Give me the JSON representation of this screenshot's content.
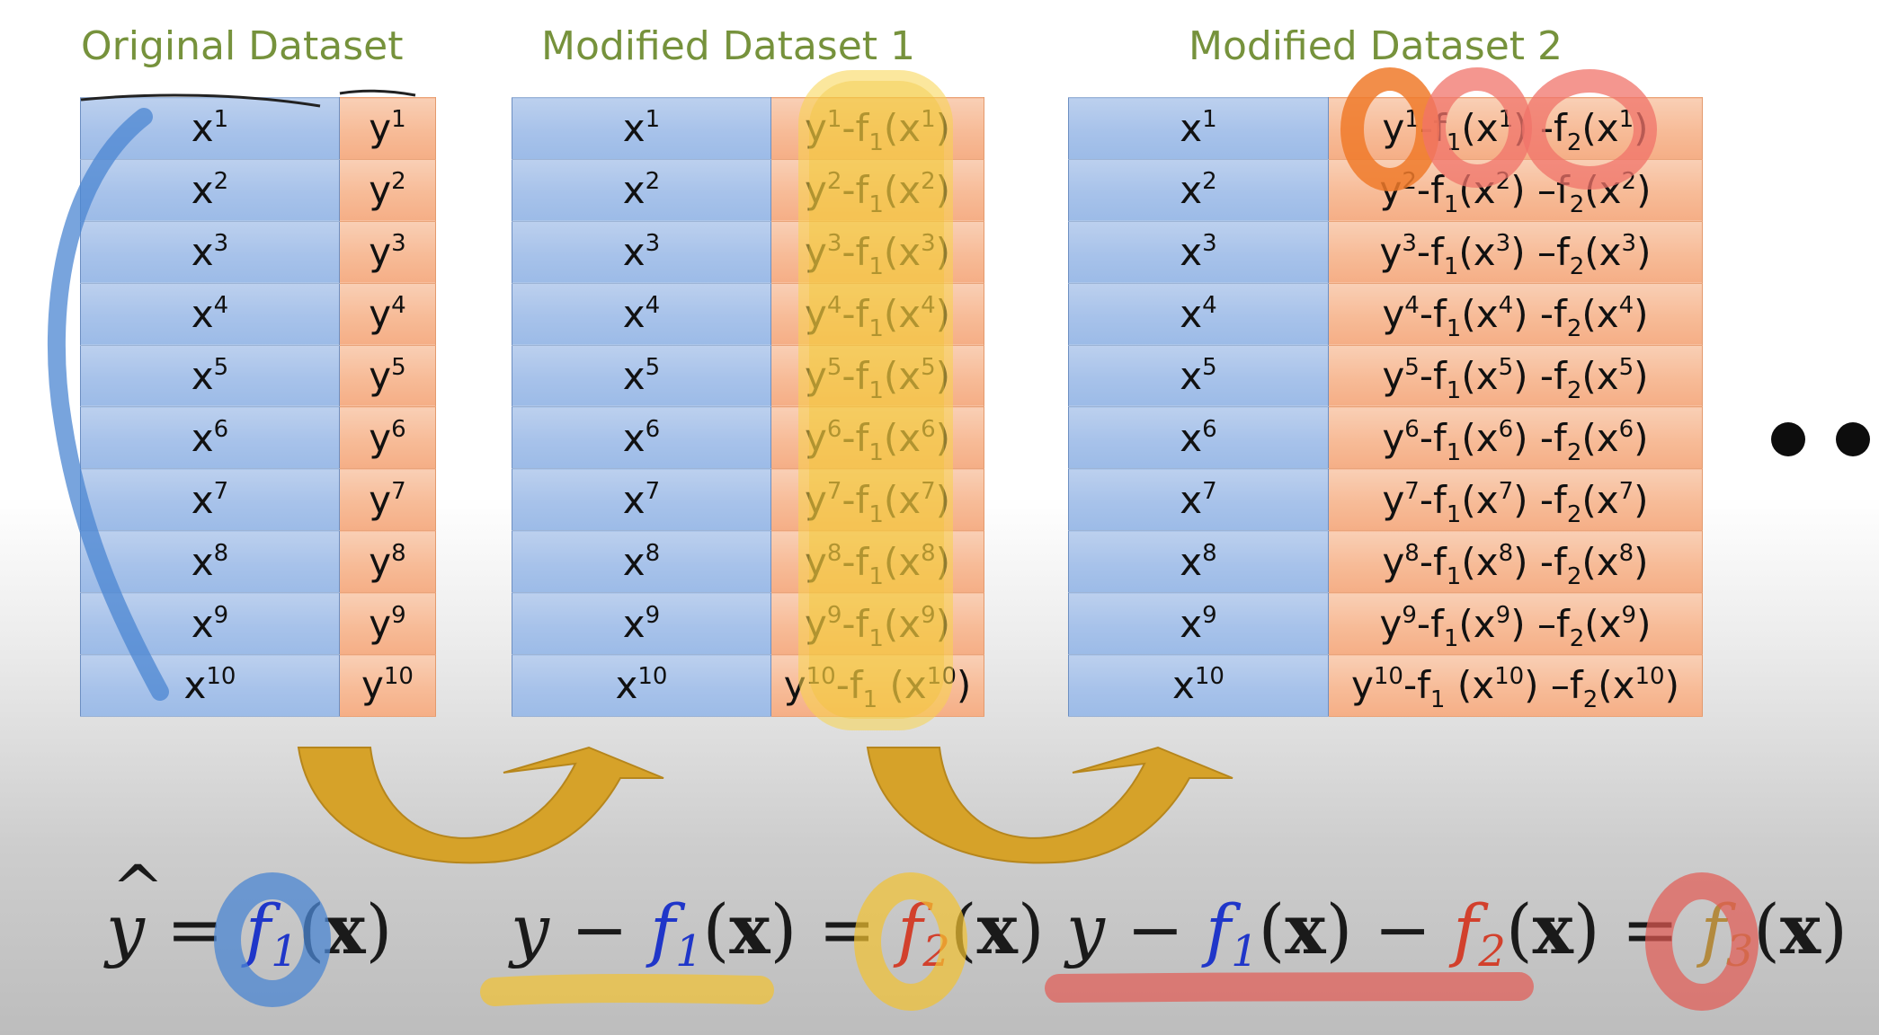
{
  "titles": {
    "original": "Original Dataset",
    "mod1": "Modified Dataset 1",
    "mod2": "Modified Dataset 2"
  },
  "original_rows": [
    {
      "x": "x<sup>1</sup>",
      "y": "y<sup>1</sup>"
    },
    {
      "x": "x<sup>2</sup>",
      "y": "y<sup>2</sup>"
    },
    {
      "x": "x<sup>3</sup>",
      "y": "y<sup>3</sup>"
    },
    {
      "x": "x<sup>4</sup>",
      "y": "y<sup>4</sup>"
    },
    {
      "x": "x<sup>5</sup>",
      "y": "y<sup>5</sup>"
    },
    {
      "x": "x<sup>6</sup>",
      "y": "y<sup>6</sup>"
    },
    {
      "x": "x<sup>7</sup>",
      "y": "y<sup>7</sup>"
    },
    {
      "x": "x<sup>8</sup>",
      "y": "y<sup>8</sup>"
    },
    {
      "x": "x<sup>9</sup>",
      "y": "y<sup>9</sup>"
    },
    {
      "x": "x<sup>10</sup>",
      "y": "y<sup>10</sup>"
    }
  ],
  "mod1_rows": [
    {
      "x": "x<sup>1</sup>",
      "y": "y<sup>1</sup>-f<sub>1</sub>(x<sup>1</sup>)"
    },
    {
      "x": "x<sup>2</sup>",
      "y": "y<sup>2</sup>-f<sub>1</sub>(x<sup>2</sup>)"
    },
    {
      "x": "x<sup>3</sup>",
      "y": "y<sup>3</sup>-f<sub>1</sub>(x<sup>3</sup>)"
    },
    {
      "x": "x<sup>4</sup>",
      "y": "y<sup>4</sup>-f<sub>1</sub>(x<sup>4</sup>)"
    },
    {
      "x": "x<sup>5</sup>",
      "y": "y<sup>5</sup>-f<sub>1</sub>(x<sup>5</sup>)"
    },
    {
      "x": "x<sup>6</sup>",
      "y": "y<sup>6</sup>-f<sub>1</sub>(x<sup>6</sup>)"
    },
    {
      "x": "x<sup>7</sup>",
      "y": "y<sup>7</sup>-f<sub>1</sub>(x<sup>7</sup>)"
    },
    {
      "x": "x<sup>8</sup>",
      "y": "y<sup>8</sup>-f<sub>1</sub>(x<sup>8</sup>)"
    },
    {
      "x": "x<sup>9</sup>",
      "y": "y<sup>9</sup>-f<sub>1</sub>(x<sup>9</sup>)"
    },
    {
      "x": "x<sup>10</sup>",
      "y": "y<sup>10</sup>-f<sub>1</sub> (x<sup>10</sup>)"
    }
  ],
  "mod2_rows": [
    {
      "x": "x<sup>1</sup>",
      "y": "y<sup>1</sup>-f<sub>1</sub>(x<sup>1</sup>) -f<sub>2</sub>(x<sup>1</sup>)"
    },
    {
      "x": "x<sup>2</sup>",
      "y": "y<sup>2</sup>-f<sub>1</sub>(x<sup>2</sup>) –f<sub>2</sub>(x<sup>2</sup>)"
    },
    {
      "x": "x<sup>3</sup>",
      "y": "y<sup>3</sup>-f<sub>1</sub>(x<sup>3</sup>) –f<sub>2</sub>(x<sup>3</sup>)"
    },
    {
      "x": "x<sup>4</sup>",
      "y": "y<sup>4</sup>-f<sub>1</sub>(x<sup>4</sup>) -f<sub>2</sub>(x<sup>4</sup>)"
    },
    {
      "x": "x<sup>5</sup>",
      "y": "y<sup>5</sup>-f<sub>1</sub>(x<sup>5</sup>) -f<sub>2</sub>(x<sup>5</sup>)"
    },
    {
      "x": "x<sup>6</sup>",
      "y": "y<sup>6</sup>-f<sub>1</sub>(x<sup>6</sup>) -f<sub>2</sub>(x<sup>6</sup>)"
    },
    {
      "x": "x<sup>7</sup>",
      "y": "y<sup>7</sup>-f<sub>1</sub>(x<sup>7</sup>) -f<sub>2</sub>(x<sup>7</sup>)"
    },
    {
      "x": "x<sup>8</sup>",
      "y": "y<sup>8</sup>-f<sub>1</sub>(x<sup>8</sup>) -f<sub>2</sub>(x<sup>8</sup>)"
    },
    {
      "x": "x<sup>9</sup>",
      "y": "y<sup>9</sup>-f<sub>1</sub>(x<sup>9</sup>) –f<sub>2</sub>(x<sup>9</sup>)"
    },
    {
      "x": "x<sup>10</sup>",
      "y": "y<sup>10</sup>-f<sub>1</sub> (x<sup>10</sup>) –f<sub>2</sub>(x<sup>10</sup>)"
    }
  ],
  "equations": {
    "eq1": {
      "hat": "^",
      "y": "y",
      "eq": " = ",
      "f": "f",
      "sub": "1",
      "arg_open": "(",
      "arg": "x",
      "arg_close": ")"
    },
    "eq2": {
      "y": "y",
      "minus": " − ",
      "f1": "f",
      "f1_sub": "1",
      "p1o": "(",
      "a1": "x",
      "p1c": ")",
      "eq": " = ",
      "f2": "f",
      "f2_sub": "2",
      "p2o": "(",
      "a2": "x",
      "p2c": ")"
    },
    "eq3": {
      "y": "y",
      "minus1": " − ",
      "f1": "f",
      "f1_sub": "1",
      "p1o": "(",
      "a1": "x",
      "p1c": ")",
      "minus2": " − ",
      "f2": "f",
      "f2_sub": "2",
      "p2o": "(",
      "a2": "x",
      "p2c": ")",
      "eq": " = ",
      "f3": "f",
      "f3_sub": "3",
      "p3o": "(",
      "a3": "x",
      "p3c": ")"
    }
  },
  "colors": {
    "title_green": "#76923c",
    "x_cell_blue": "#a7c2ea",
    "y_cell_orange": "#f7bb97",
    "arrow_gold": "#d6a229",
    "highlight_yellow": "#f7d44c",
    "highlight_orange": "#f07a2a",
    "highlight_red": "#f0736a",
    "f1_blue": "#1f36c9",
    "f2_red": "#d2402c",
    "f3_tan": "#b38a3e"
  }
}
